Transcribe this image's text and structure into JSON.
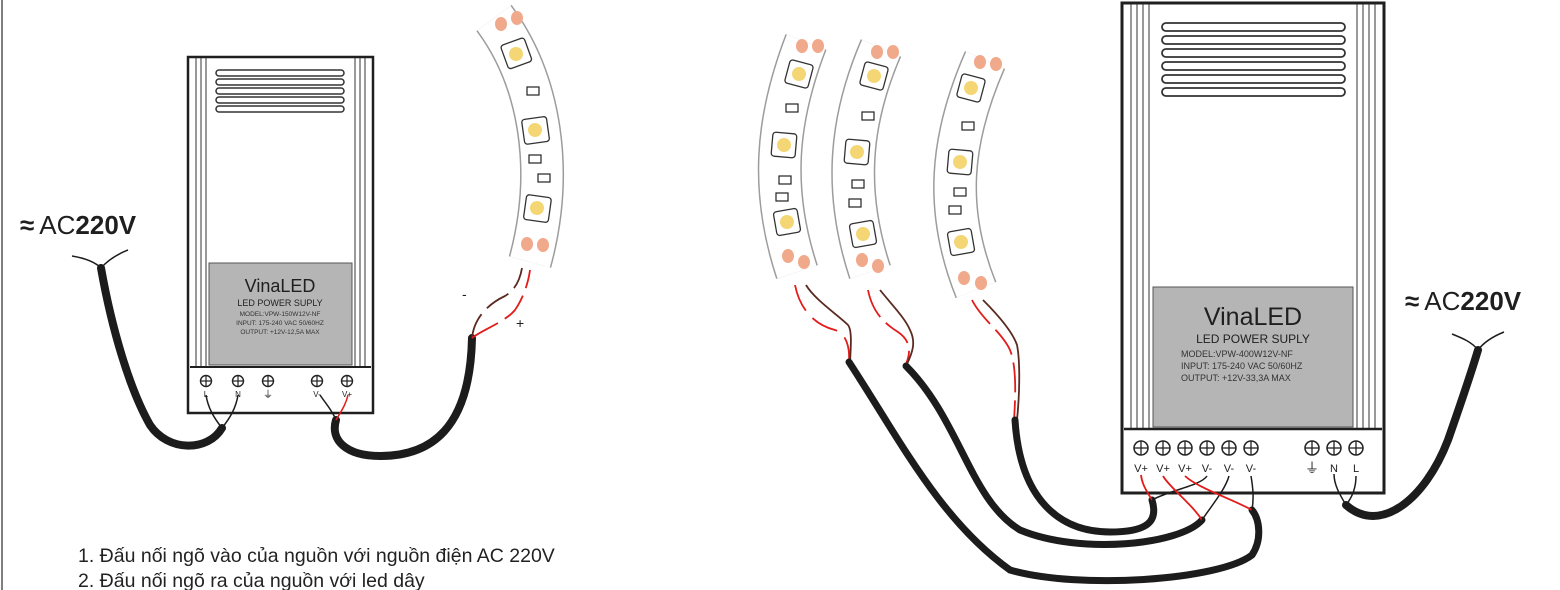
{
  "small_psu": {
    "brand": "VinaLED",
    "subtitle": "LED POWER SUPLY",
    "model": "MODEL:VPW-150W12V-NF",
    "input": "INPUT: 175-240 VAC 50/60HZ",
    "output": "OUTPUT: +12V-12,5A MAX",
    "terminals": [
      "L",
      "N",
      "⏚",
      "V-",
      "V+"
    ]
  },
  "large_psu": {
    "brand": "VinaLED",
    "subtitle": "LED POWER SUPLY",
    "model": "MODEL:VPW-400W12V-NF",
    "input": "INPUT: 175-240 VAC 50/60HZ",
    "output": "OUTPUT: +12V-33,3A MAX",
    "terminals": [
      "V+",
      "V+",
      "V+",
      "V-",
      "V-",
      "V-",
      "⏚",
      "N",
      "L"
    ]
  },
  "ac_left": {
    "symbol": "≈",
    "prefix": "AC",
    "value": "220V"
  },
  "ac_right": {
    "symbol": "≈",
    "prefix": "AC",
    "value": "220V"
  },
  "strip_polarity": {
    "minus": "-",
    "plus": "+"
  },
  "notes": [
    "1. Đấu nối ngõ vào của nguồn với nguồn điện AC 220V",
    "2. Đấu nối ngõ ra của nguồn với led dây"
  ],
  "colors": {
    "cable": "#1c1c1c",
    "wire_pos": "#e21b1b",
    "wire_neg": "#5a2a20",
    "label_panel": "#b5b5b5",
    "led_body": "#f4d774",
    "strip_end": "#f1a98b"
  }
}
